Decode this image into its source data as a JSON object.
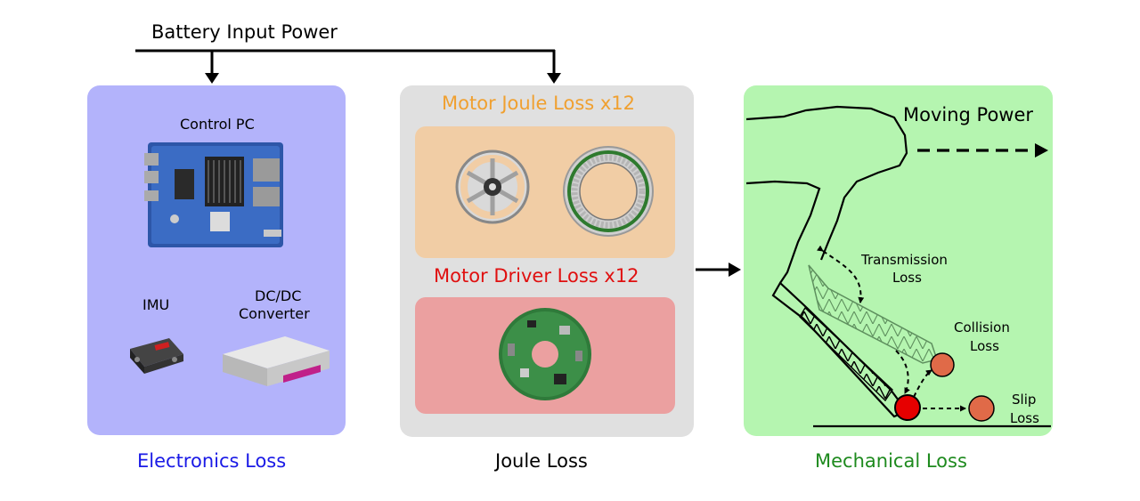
{
  "top": {
    "input_label": "Battery Input Power"
  },
  "electronics": {
    "caption": "Electronics Loss",
    "control_pc": "Control PC",
    "imu": "IMU",
    "dcdc_line1": "DC/DC",
    "dcdc_line2": "Converter"
  },
  "joule": {
    "caption": "Joule Loss",
    "motor_title": "Motor Joule Loss x12",
    "driver_title": "Motor Driver Loss x12"
  },
  "mechanical": {
    "caption": "Mechanical Loss",
    "moving_power": "Moving Power",
    "transmission_line1": "Transmission",
    "transmission_line2": "Loss",
    "collision_line1": "Collision",
    "collision_line2": "Loss",
    "slip_line1": "Slip",
    "slip_line2": "Loss"
  },
  "colors": {
    "electronics_bg": "#b3b3fb",
    "joule_bg": "#e0e0e0",
    "motor_box": "#f1cda5",
    "driver_box": "#eba0a0",
    "mechanical_bg": "#b5f5b0",
    "electronics_text": "#1a1ae6",
    "motor_text": "#f0a030",
    "driver_text": "#e01010",
    "mechanical_text": "#1e8a1e",
    "contact_red": "#e60000",
    "loss_orange": "#e06a48"
  }
}
